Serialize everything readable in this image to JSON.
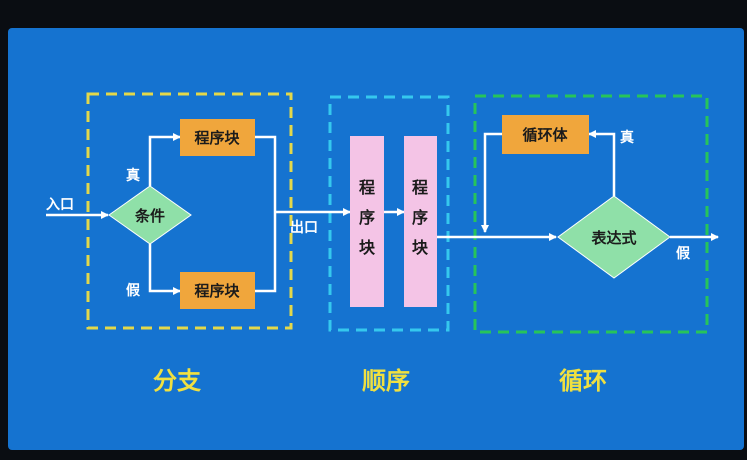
{
  "colors": {
    "background": "#1573d0",
    "frame_outer": "#0a0d12",
    "branch_border": "#e3d84a",
    "sequence_border": "#35c8ee",
    "loop_border": "#27c45a",
    "process_block": "#f0a63c",
    "sequence_block": "#f4c4e6",
    "decision": "#8fe0a8",
    "arrow": "#ffffff",
    "section_label": "#f0e040"
  },
  "branch": {
    "label": "分支",
    "entry_label": "入口",
    "condition": "条件",
    "true_label": "真",
    "false_label": "假",
    "block_top": "程序块",
    "block_bottom": "程序块",
    "exit_label": "出口"
  },
  "sequence": {
    "label": "顺序",
    "block_1": "程\n序\n块",
    "block_2": "程\n序\n块"
  },
  "loop": {
    "label": "循环",
    "body": "循环体",
    "expression": "表达式",
    "true_label": "真",
    "false_label": "假"
  }
}
